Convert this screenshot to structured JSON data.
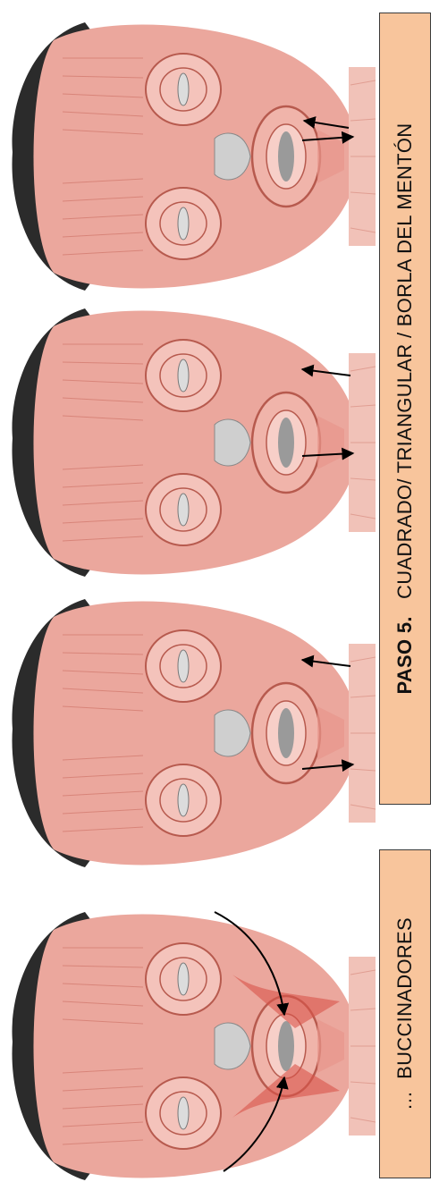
{
  "labels": {
    "step5_bold": "PASO 5.",
    "step5_text": "CUADRADO/ TRIANGULAR / BORLA DEL MENTÓN",
    "prev_prefix": "…",
    "prev_text": "BUCCINADORES"
  },
  "figures": [
    {
      "name": "face-chin-square-arrows",
      "arrows": "chin"
    },
    {
      "name": "face-triangular-arrows",
      "arrows": "chin"
    },
    {
      "name": "face-mentalis-arrows",
      "arrows": "chin"
    },
    {
      "name": "face-buccinator-arrows",
      "arrows": "buccinator"
    }
  ],
  "colors": {
    "label_bg": "#f8c59c",
    "muscle": "#e9a9a0",
    "muscle_dark": "#c9695c",
    "hair": "#2b2b2b",
    "buccinator_highlight": "#d9534a"
  }
}
